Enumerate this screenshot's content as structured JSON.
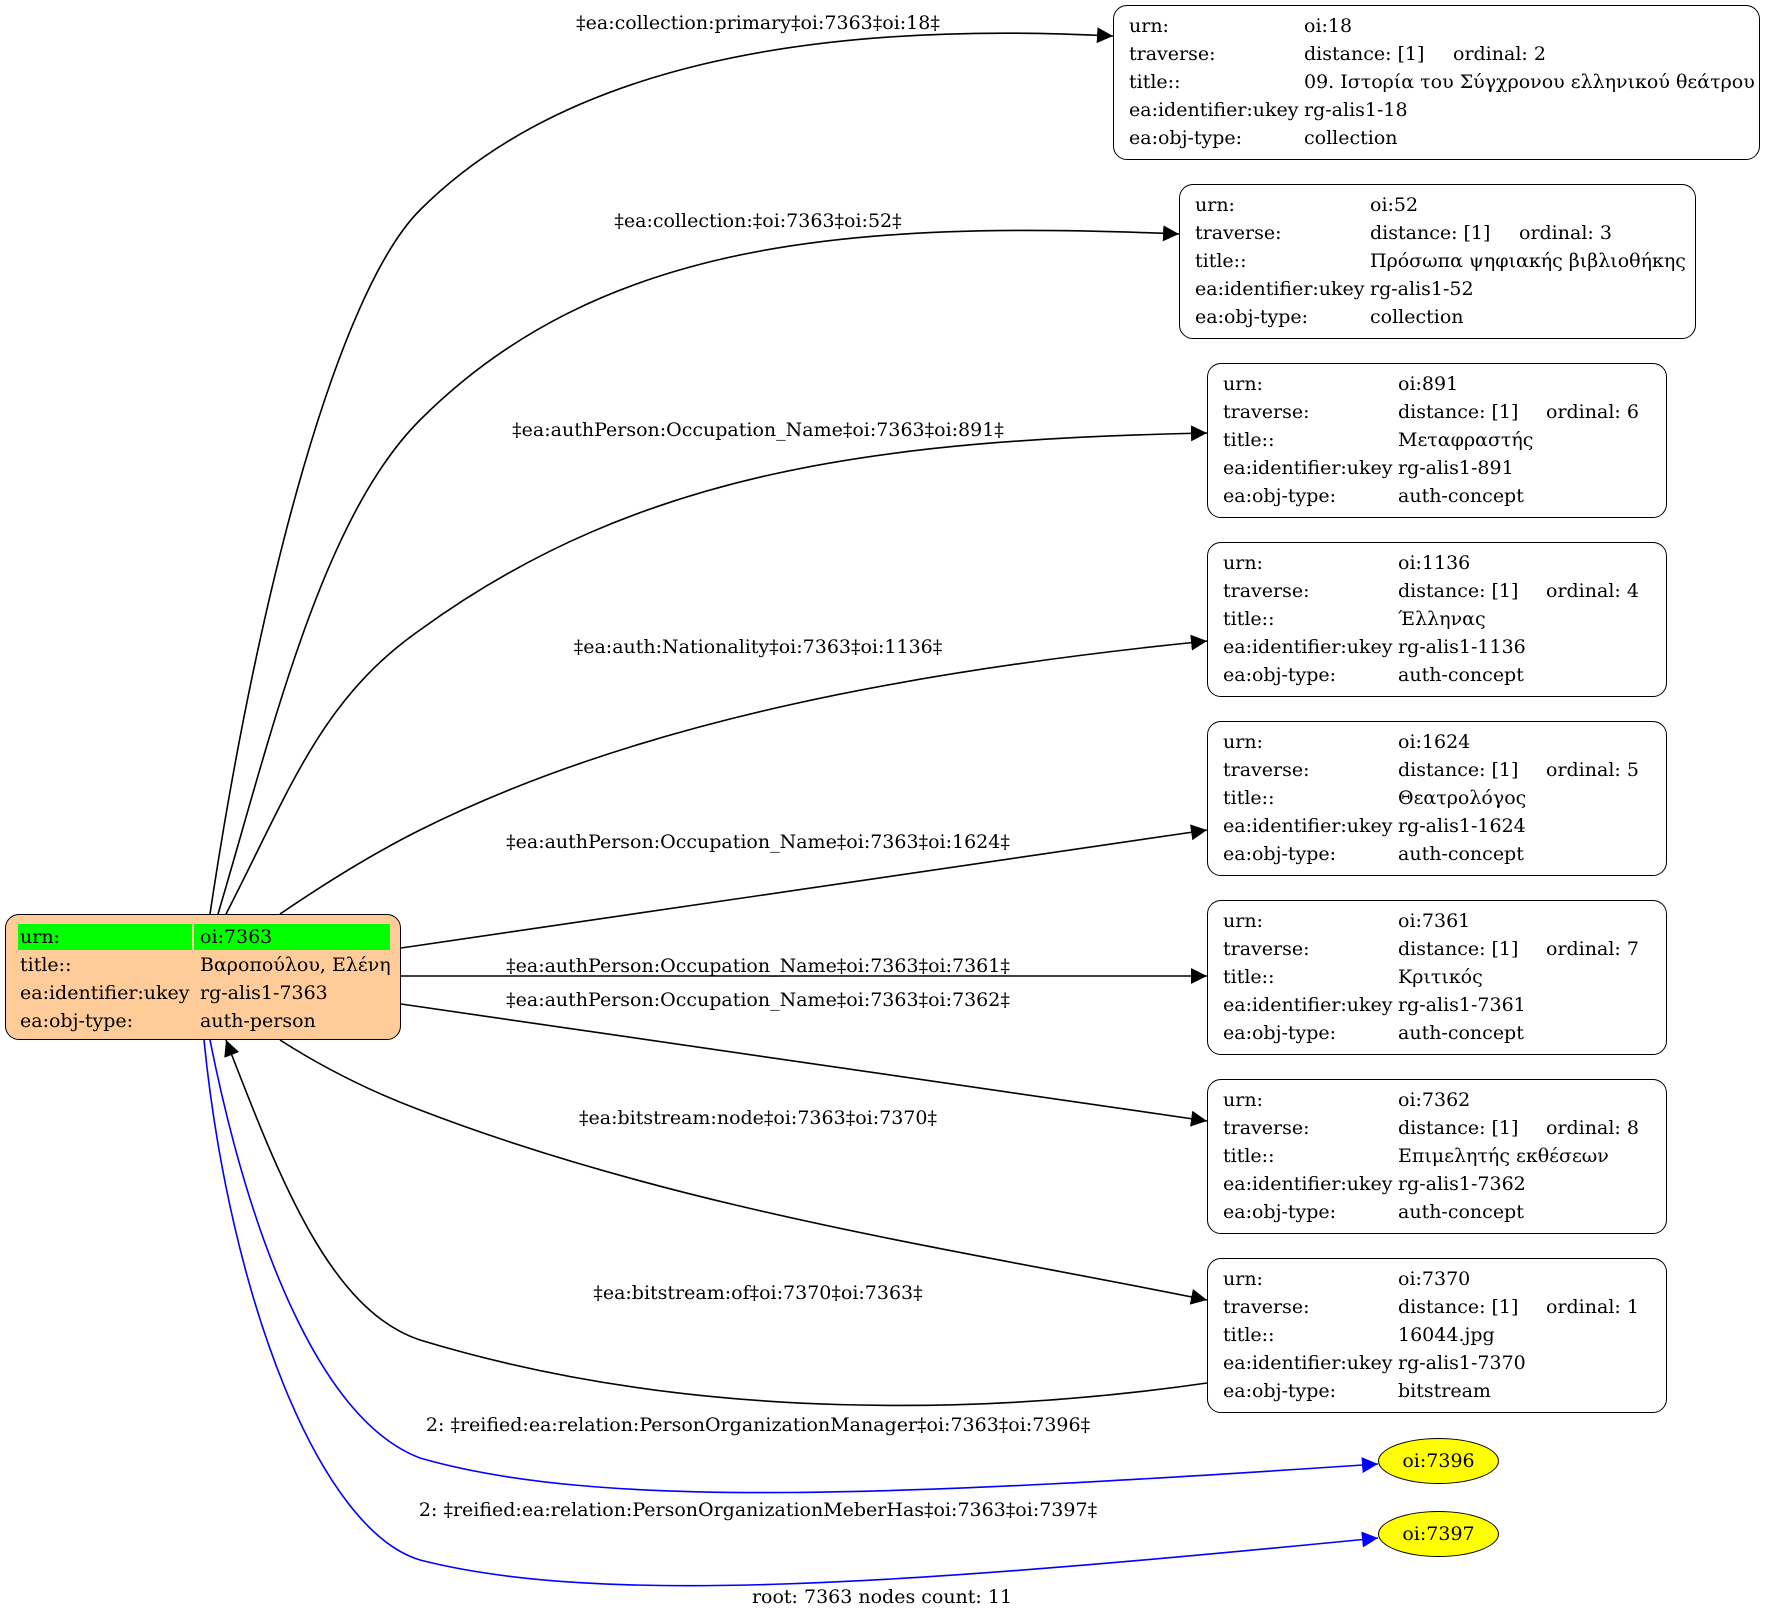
{
  "root": {
    "rows": [
      {
        "key": "urn:",
        "value": "oi:7363"
      },
      {
        "key": "title::",
        "value": "Βαροπούλου, Ελένη"
      },
      {
        "key": "ea:identifier:ukey",
        "value": "rg-alis1-7363"
      },
      {
        "key": "ea:obj-type:",
        "value": "auth-person"
      }
    ],
    "fill_color": "#ffcc99",
    "highlight_color": "#00ff00"
  },
  "nodes": [
    {
      "urn": "oi:18",
      "distance": "distance: [1]",
      "ordinal": "ordinal: 2",
      "title": "09. Ιστορία του Σύγχρονου ελληνικού θεάτρου",
      "ukey": "rg-alis1-18",
      "obj_type": "collection"
    },
    {
      "urn": "oi:52",
      "distance": "distance: [1]",
      "ordinal": "ordinal: 3",
      "title": "Πρόσωπα ψηφιακής βιβλιοθήκης",
      "ukey": "rg-alis1-52",
      "obj_type": "collection"
    },
    {
      "urn": "oi:891",
      "distance": "distance: [1]",
      "ordinal": "ordinal: 6",
      "title": "Μεταφραστής",
      "ukey": "rg-alis1-891",
      "obj_type": "auth-concept"
    },
    {
      "urn": "oi:1136",
      "distance": "distance: [1]",
      "ordinal": "ordinal: 4",
      "title": "Έλληνας",
      "ukey": "rg-alis1-1136",
      "obj_type": "auth-concept"
    },
    {
      "urn": "oi:1624",
      "distance": "distance: [1]",
      "ordinal": "ordinal: 5",
      "title": "Θεατρολόγος",
      "ukey": "rg-alis1-1624",
      "obj_type": "auth-concept"
    },
    {
      "urn": "oi:7361",
      "distance": "distance: [1]",
      "ordinal": "ordinal: 7",
      "title": "Κριτικός",
      "ukey": "rg-alis1-7361",
      "obj_type": "auth-concept"
    },
    {
      "urn": "oi:7362",
      "distance": "distance: [1]",
      "ordinal": "ordinal: 8",
      "title": "Επιμελητής εκθέσεων",
      "ukey": "rg-alis1-7362",
      "obj_type": "auth-concept"
    },
    {
      "urn": "oi:7370",
      "distance": "distance: [1]",
      "ordinal": "ordinal: 1",
      "title": "16044.jpg",
      "ukey": "rg-alis1-7370",
      "obj_type": "bitstream"
    }
  ],
  "field_keys": {
    "urn": "urn:",
    "traverse": "traverse:",
    "title": "title::",
    "ukey": "ea:identifier:ukey",
    "obj_type": "ea:obj-type:"
  },
  "ellipses": [
    {
      "label": "oi:7396",
      "fill": "#ffff00"
    },
    {
      "label": "oi:7397",
      "fill": "#ffff00"
    }
  ],
  "edges": [
    {
      "label": "‡ea:collection:primary‡oi:7363‡oi:18‡",
      "color": "#000000"
    },
    {
      "label": "‡ea:collection:‡oi:7363‡oi:52‡",
      "color": "#000000"
    },
    {
      "label": "‡ea:authPerson:Occupation_Name‡oi:7363‡oi:891‡",
      "color": "#000000"
    },
    {
      "label": "‡ea:auth:Nationality‡oi:7363‡oi:1136‡",
      "color": "#000000"
    },
    {
      "label": "‡ea:authPerson:Occupation_Name‡oi:7363‡oi:1624‡",
      "color": "#000000"
    },
    {
      "label": "‡ea:authPerson:Occupation_Name‡oi:7363‡oi:7361‡",
      "color": "#000000"
    },
    {
      "label": "‡ea:authPerson:Occupation_Name‡oi:7363‡oi:7362‡",
      "color": "#000000"
    },
    {
      "label": "‡ea:bitstream:node‡oi:7363‡oi:7370‡",
      "color": "#000000"
    },
    {
      "label": "‡ea:bitstream:of‡oi:7370‡oi:7363‡",
      "color": "#000000"
    },
    {
      "label": "2: ‡reified:ea:relation:PersonOrganizationManager‡oi:7363‡oi:7396‡",
      "color": "#0000ff"
    },
    {
      "label": "2: ‡reified:ea:relation:PersonOrganizationMeberHas‡oi:7363‡oi:7397‡",
      "color": "#0000ff"
    }
  ],
  "footer": "root: 7363 nodes count: 11"
}
